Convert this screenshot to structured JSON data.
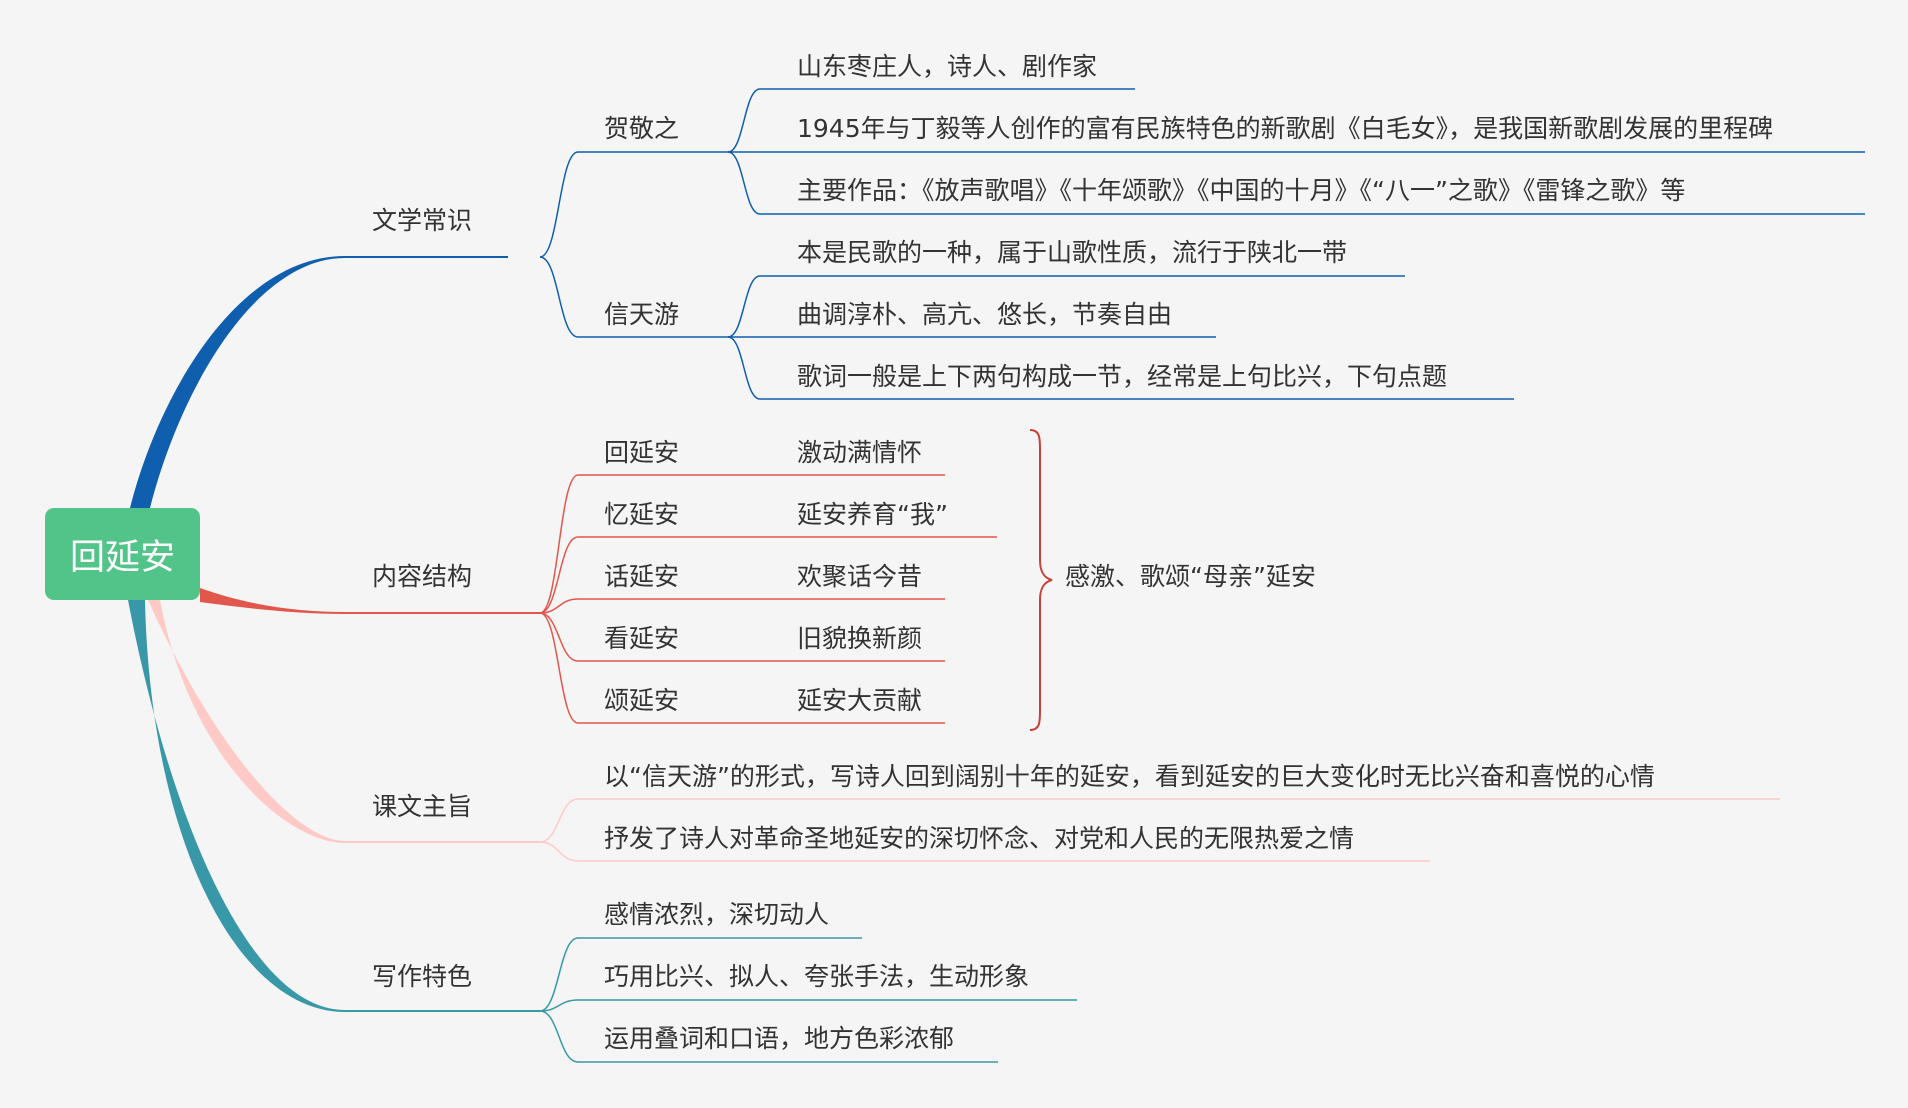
{
  "root": {
    "label": "回延安",
    "color": "#52c489"
  },
  "colors": {
    "branch1": "#0f5fae",
    "branch2": "#e2574c",
    "branch3": "#ffc9c6",
    "branch4": "#3898a7",
    "brace": "#c84136"
  },
  "branches": [
    {
      "label": "文学常识",
      "children": [
        {
          "label": "贺敬之",
          "children": [
            "山东枣庄人，诗人、剧作家",
            "1945年与丁毅等人创作的富有民族特色的新歌剧《白毛女》，是我国新歌剧发展的里程碑",
            "主要作品：《放声歌唱》《十年颂歌》《中国的十月》《“八一”之歌》《雷锋之歌》等"
          ]
        },
        {
          "label": "信天游",
          "children": [
            "本是民歌的一种，属于山歌性质，流行于陕北一带",
            "曲调淳朴、高亢、悠长，节奏自由",
            "歌词一般是上下两句构成一节，经常是上句比兴，下句点题"
          ]
        }
      ]
    },
    {
      "label": "内容结构",
      "children": [
        {
          "label": "回延安",
          "detail": "激动满情怀"
        },
        {
          "label": "忆延安",
          "detail": "延安养育“我”"
        },
        {
          "label": "话延安",
          "detail": "欢聚话今昔"
        },
        {
          "label": "看延安",
          "detail": "旧貌换新颜"
        },
        {
          "label": "颂延安",
          "detail": "延安大贡献"
        }
      ],
      "summary": "感激、歌颂“母亲”延安"
    },
    {
      "label": "课文主旨",
      "children": [
        "以“信天游”的形式，写诗人回到阔别十年的延安，看到延安的巨大变化时无比兴奋和喜悦的心情",
        "抒发了诗人对革命圣地延安的深切怀念、对党和人民的无限热爱之情"
      ]
    },
    {
      "label": "写作特色",
      "children": [
        "感情浓烈，深切动人",
        "巧用比兴、拟人、夸张手法，生动形象",
        "运用叠词和口语，地方色彩浓郁"
      ]
    }
  ]
}
